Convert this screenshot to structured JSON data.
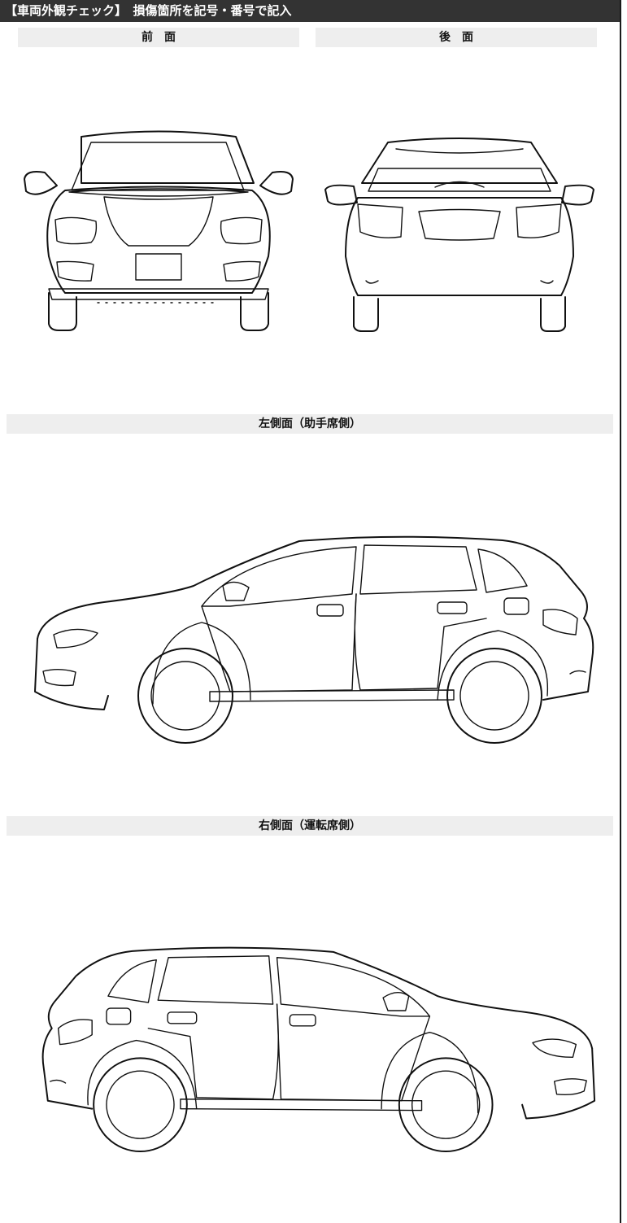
{
  "header": {
    "title": "【車両外観チェック】　損傷箇所を記号・番号で記入"
  },
  "views": {
    "front": "前　面",
    "rear": "後　面",
    "left": "左側面（助手席側）",
    "right": "右側面（運転席側）"
  },
  "colors": {
    "header_bg": "#333333",
    "label_bg": "#eeeeee",
    "line": "#111111"
  },
  "icons": [
    "car-front-icon",
    "car-rear-icon",
    "car-left-side-icon",
    "car-right-side-icon"
  ]
}
